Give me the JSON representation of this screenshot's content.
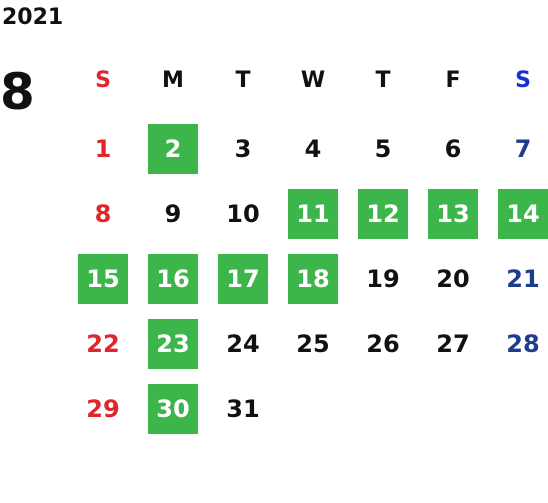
{
  "year": "2021",
  "month": "8",
  "colors": {
    "sunday": "#e0262a",
    "saturday_header": "#1a2fd0",
    "saturday": "#1d3c8c",
    "weekday": "#111111",
    "highlight_bg": "#3cb54a",
    "highlight_text": "#ffffff"
  },
  "weekdays": [
    "S",
    "M",
    "T",
    "W",
    "T",
    "F",
    "S"
  ],
  "first_weekday_index": 0,
  "days": [
    {
      "d": "1",
      "hl": false
    },
    {
      "d": "2",
      "hl": true
    },
    {
      "d": "3",
      "hl": false
    },
    {
      "d": "4",
      "hl": false
    },
    {
      "d": "5",
      "hl": false
    },
    {
      "d": "6",
      "hl": false
    },
    {
      "d": "7",
      "hl": false
    },
    {
      "d": "8",
      "hl": false
    },
    {
      "d": "9",
      "hl": false
    },
    {
      "d": "10",
      "hl": false
    },
    {
      "d": "11",
      "hl": true
    },
    {
      "d": "12",
      "hl": true
    },
    {
      "d": "13",
      "hl": true
    },
    {
      "d": "14",
      "hl": true
    },
    {
      "d": "15",
      "hl": true
    },
    {
      "d": "16",
      "hl": true
    },
    {
      "d": "17",
      "hl": true
    },
    {
      "d": "18",
      "hl": true
    },
    {
      "d": "19",
      "hl": false
    },
    {
      "d": "20",
      "hl": false
    },
    {
      "d": "21",
      "hl": false
    },
    {
      "d": "22",
      "hl": false
    },
    {
      "d": "23",
      "hl": true
    },
    {
      "d": "24",
      "hl": false
    },
    {
      "d": "25",
      "hl": false
    },
    {
      "d": "26",
      "hl": false
    },
    {
      "d": "27",
      "hl": false
    },
    {
      "d": "28",
      "hl": false
    },
    {
      "d": "29",
      "hl": false
    },
    {
      "d": "30",
      "hl": true
    },
    {
      "d": "31",
      "hl": false
    }
  ]
}
